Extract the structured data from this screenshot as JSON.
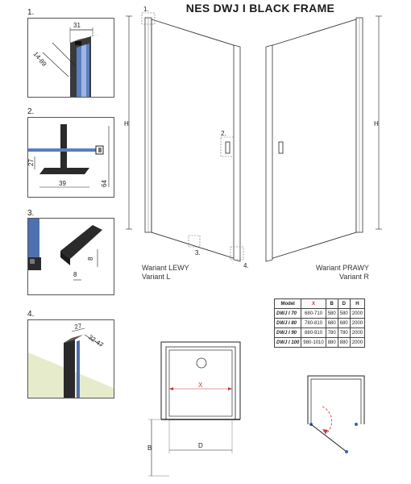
{
  "title": "NES DWJ I BLACK FRAME",
  "details": [
    {
      "num": "1.",
      "dims": [
        "31",
        "14-89"
      ]
    },
    {
      "num": "2.",
      "dims": [
        "27",
        "39",
        "64"
      ]
    },
    {
      "num": "3.",
      "dims": [
        "8",
        "8"
      ]
    },
    {
      "num": "4.",
      "dims": [
        "27",
        "32-47"
      ]
    }
  ],
  "front_view": {
    "left": {
      "label1": "Wariant LEWY",
      "label2": "Variant L",
      "callouts": [
        "1.",
        "2.",
        "3.",
        "4."
      ],
      "height_label": "H"
    },
    "right": {
      "label1": "Wariant PRAWY",
      "label2": "Variant R",
      "height_label": "H"
    }
  },
  "table": {
    "headers": [
      "Model",
      "X",
      "B",
      "D",
      "H"
    ],
    "rows": [
      [
        "DWJ I 70",
        "680-710",
        "580",
        "580",
        "2000"
      ],
      [
        "DWJ I 80",
        "780-810",
        "680",
        "680",
        "2000"
      ],
      [
        "DWJ I 90",
        "880-910",
        "780",
        "780",
        "2000"
      ],
      [
        "DWJ I 100",
        "980-1010",
        "880",
        "880",
        "2000"
      ]
    ]
  },
  "plan": {
    "x_label": "X",
    "d_label": "D",
    "b_label": "B"
  },
  "colors": {
    "frame": "#2a2a2a",
    "glass": "#5a7fc0",
    "wall": "#e6eccb",
    "red_dim": "#cc3333"
  }
}
